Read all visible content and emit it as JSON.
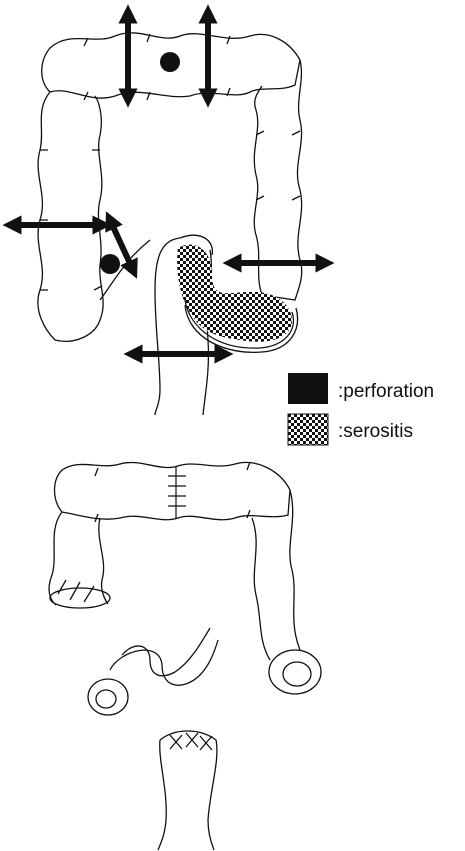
{
  "legend": {
    "items": [
      {
        "label": ":perforation",
        "pattern": "solid",
        "color": "#111111"
      },
      {
        "label": ":serositis",
        "pattern": "checkerboard",
        "color": "#111111"
      }
    ]
  },
  "colors": {
    "line": "#111111",
    "fill_dark": "#111111",
    "background": "#ffffff"
  },
  "panels": [
    {
      "name": "preoperative-colon",
      "marks": [
        "perforation",
        "serositis",
        "resection-arrows"
      ]
    },
    {
      "name": "postoperative-colon",
      "marks": [
        "anastomosis",
        "stoma",
        "stapled-stump"
      ]
    }
  ]
}
